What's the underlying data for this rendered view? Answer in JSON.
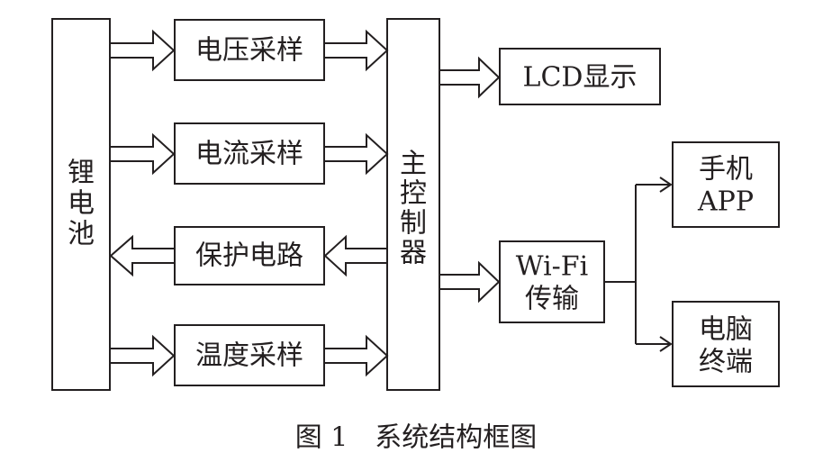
{
  "battery": [
    "锂",
    "电",
    "池"
  ],
  "controller": [
    "主",
    "控",
    "制",
    "器"
  ],
  "voltage_sampling": "电压采样",
  "current_sampling": "电流采样",
  "protection_circuit": "保护电路",
  "temperature_sampling": "温度采样",
  "lcd_display": "LCD显示",
  "wifi": [
    "Wi-Fi",
    "传输"
  ],
  "phone_app": [
    "手机",
    "APP"
  ],
  "pc_terminal": [
    "电脑",
    "终端"
  ],
  "caption": "图 1　系统结构框图"
}
